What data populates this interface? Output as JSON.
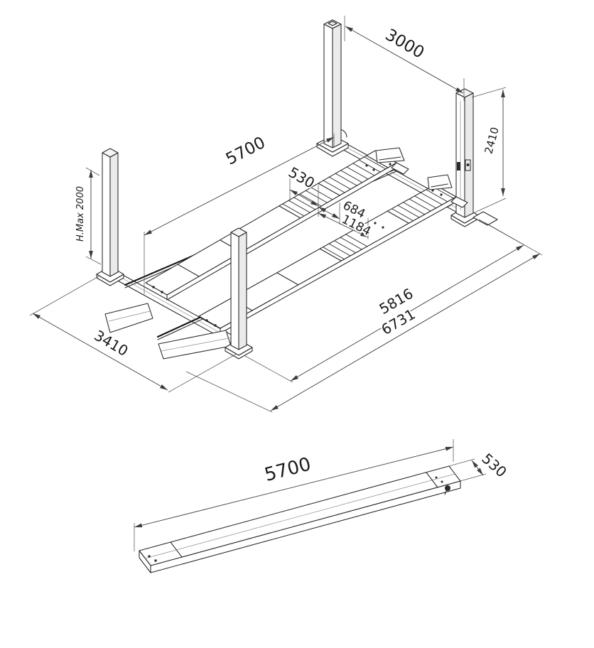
{
  "colors": {
    "highlight": "#e2231a",
    "line": "#262626"
  },
  "dims": {
    "post_distance": "3000",
    "column_height": "2410",
    "max_height": "H.Max 2000",
    "runway_length": "5700",
    "runway_width": "530",
    "inner_gap": "684",
    "outer_gap": "1184",
    "overall_width": "3410",
    "inner_length": "5816",
    "overall_length": "6731"
  },
  "platform_view": {
    "length": "5700",
    "width": "530"
  }
}
